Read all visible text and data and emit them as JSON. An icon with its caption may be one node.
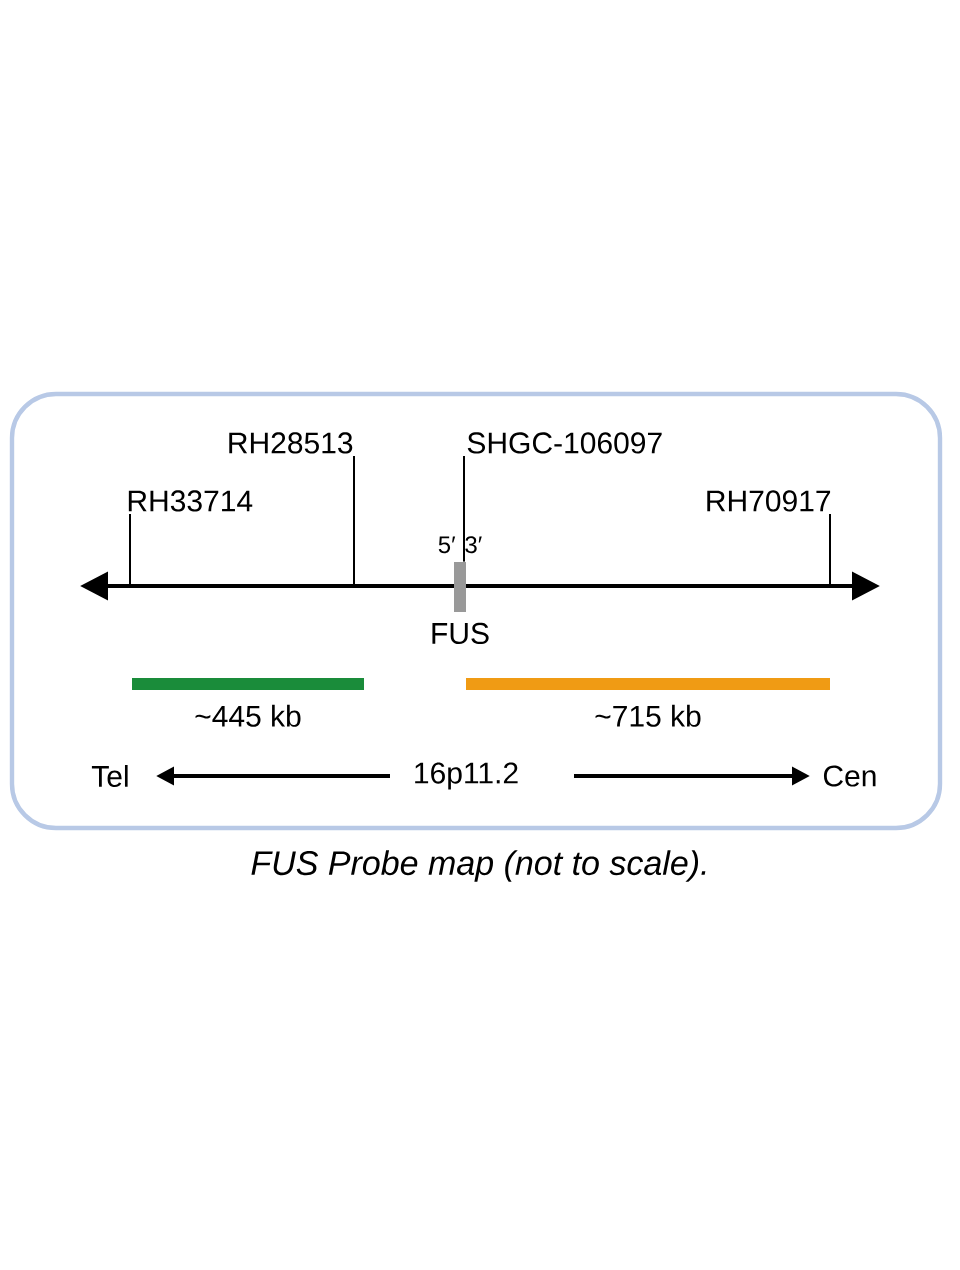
{
  "diagram": {
    "caption": "FUS Probe map (not to scale).",
    "nodes": [
      {
        "text": [
          "RH28513"
        ]
      },
      {
        "text": [
          "SHGC-106097"
        ]
      },
      {
        "text": [
          "RH33714"
        ]
      },
      {
        "text": [
          "RH70917"
        ]
      },
      {
        "text": [],
        "shape": "bar",
        "beside": [
          "5′",
          "3′",
          "FUS"
        ]
      },
      {
        "text": [],
        "shape": "bar",
        "beside": [
          "~445 kb"
        ]
      },
      {
        "text": [],
        "shape": "bar",
        "beside": [
          "~715 kb"
        ]
      }
    ],
    "edges": [
      {
        "from": 2,
        "to": null,
        "arrow": "none"
      },
      {
        "from": 0,
        "to": null,
        "arrow": "none"
      },
      {
        "from": 1,
        "to": 4,
        "arrow": "none"
      },
      {
        "from": 3,
        "to": null,
        "arrow": "none"
      }
    ],
    "labels": [
      "Tel",
      "16p11.2",
      "Cen"
    ]
  }
}
